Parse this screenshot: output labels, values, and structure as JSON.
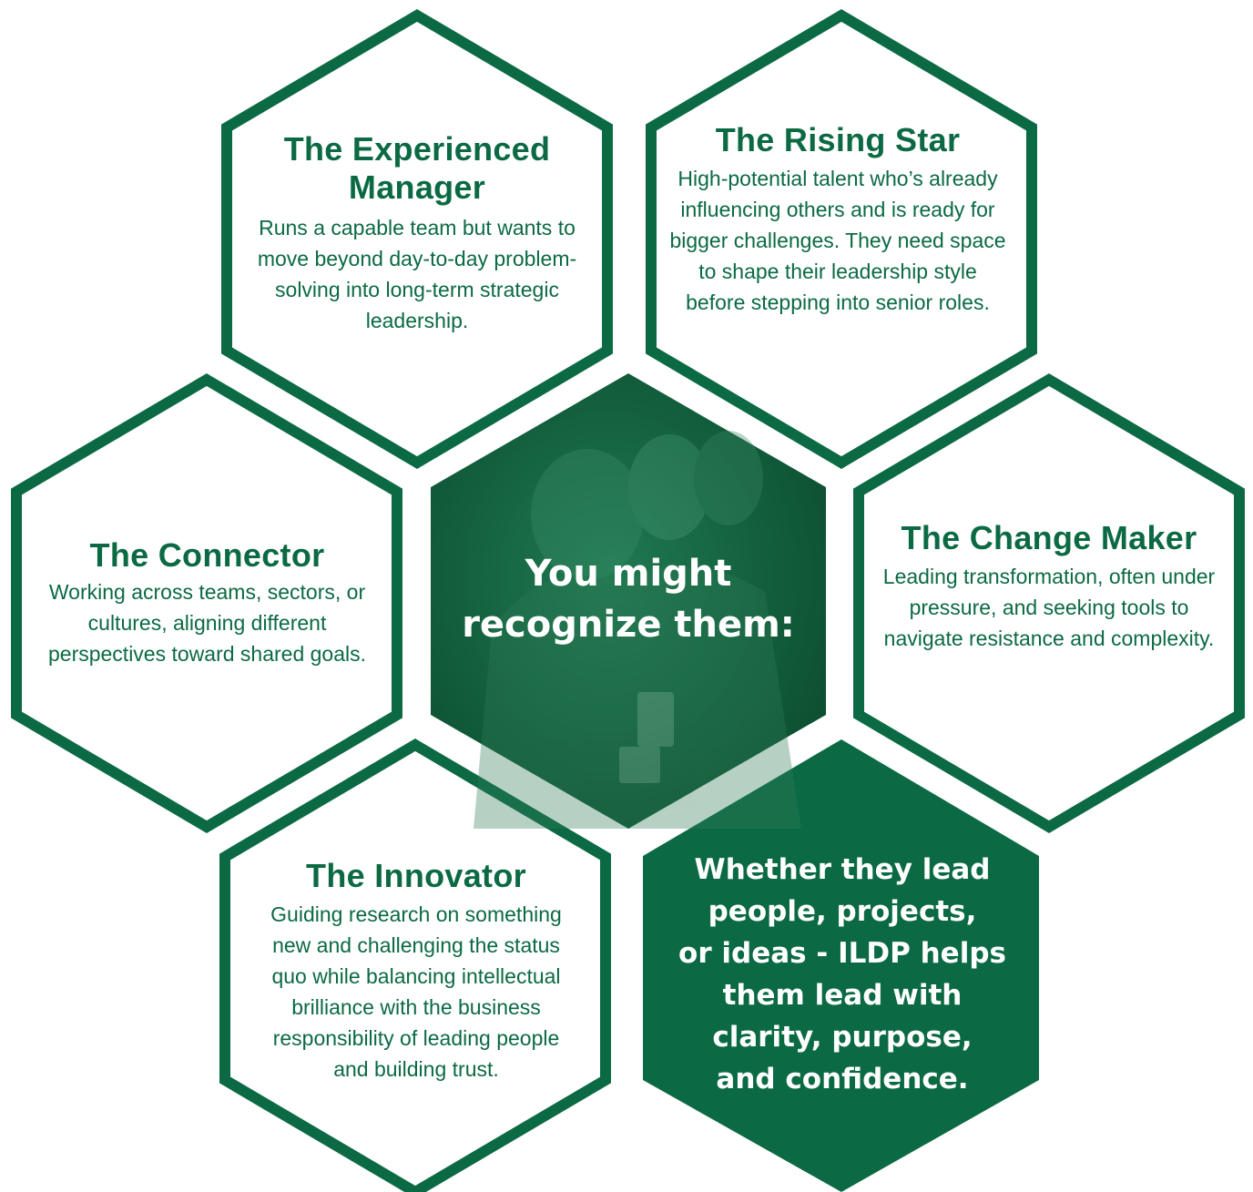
{
  "colors": {
    "brand_green": "#0b6a43",
    "dark_green": "#0c5233",
    "white": "#ffffff"
  },
  "center": {
    "heading_line1": "You might",
    "heading_line2": "recognize them:"
  },
  "personas": [
    {
      "id": "experienced-manager",
      "title_line1": "The Experienced",
      "title_line2": "Manager",
      "description": "Runs a capable team but wants to move beyond day-to-day problem-solving into long-term strategic leadership."
    },
    {
      "id": "rising-star",
      "title_line1": "The Rising Star",
      "title_line2": "",
      "description": "High-potential talent who’s already influencing others and is ready for bigger challenges. They need space to shape their leadership style before stepping into senior roles."
    },
    {
      "id": "connector",
      "title_line1": "The Connector",
      "title_line2": "",
      "description": "Working across teams, sectors, or cultures, aligning different perspectives toward shared goals."
    },
    {
      "id": "change-maker",
      "title_line1": "The Change Maker",
      "title_line2": "",
      "description": "Leading transformation, often under pressure, and seeking tools to navigate resistance and complexity."
    },
    {
      "id": "innovator",
      "title_line1": "The Innovator",
      "title_line2": "",
      "description": "Guiding research on something new and challenging the status quo while balancing intellectual brilliance with the business responsibility of leading people and building trust."
    }
  ],
  "closing": {
    "line1": "Whether they lead",
    "line2": "people, projects,",
    "line3": "or ideas - ILDP helps",
    "line4": "them lead with",
    "line5": "clarity, purpose,",
    "line6": "and confidence."
  }
}
